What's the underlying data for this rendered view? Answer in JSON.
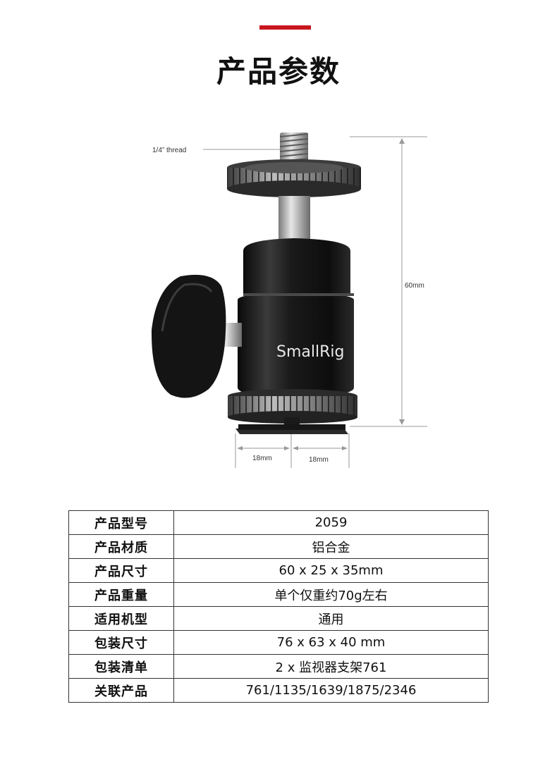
{
  "header": {
    "title": "产品参数"
  },
  "diagram": {
    "thread_label": "1/4”  thread",
    "height_label": "60mm",
    "width_left_label": "18mm",
    "width_right_label": "18mm",
    "brand_text": "SmallRig"
  },
  "specs": [
    {
      "label": "产品型号",
      "value": "2059"
    },
    {
      "label": "产品材质",
      "value": "铝合金"
    },
    {
      "label": "产品尺寸",
      "value": "60 x 25 x 35mm"
    },
    {
      "label": "产品重量",
      "value": "单个仅重约70g左右"
    },
    {
      "label": "适用机型",
      "value": "通用"
    },
    {
      "label": "包装尺寸",
      "value": "76 x 63 x 40 mm"
    },
    {
      "label": "包装清单",
      "value": "2 x 监视器支架761"
    },
    {
      "label": "关联产品",
      "value": "761/1135/1639/1875/2346"
    }
  ],
  "colors": {
    "accent": "#c8161d",
    "metal_dark": "#141414",
    "steel": "#b9b9b9"
  }
}
